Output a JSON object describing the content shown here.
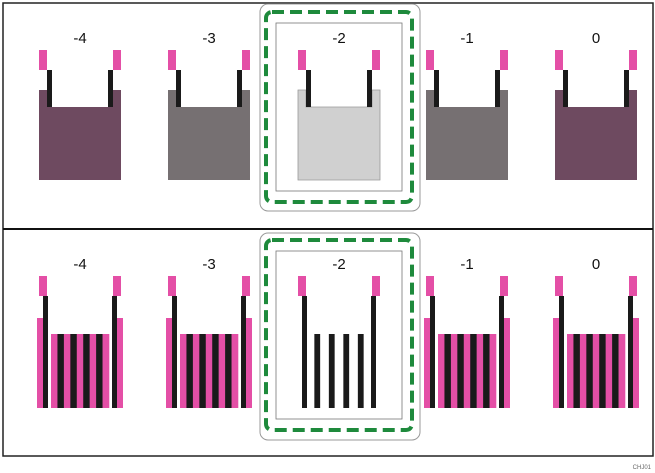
{
  "diagram": {
    "top_row": {
      "labels": [
        "-4",
        "-3",
        "-2",
        "-1",
        "0"
      ],
      "fill_colors": [
        "#6e4a60",
        "#767072",
        "#d0d0d0",
        "#767072",
        "#6e4a60"
      ],
      "selected_index": 2
    },
    "bottom_row": {
      "labels": [
        "-4",
        "-3",
        "-2",
        "-1",
        "0"
      ],
      "selected_index": 2
    },
    "colors": {
      "magenta": "#e44fa6",
      "black": "#1a1a1a",
      "selection_dash": "#1e8a3c",
      "frame": "#222222"
    },
    "image_code": "CHJ01"
  }
}
